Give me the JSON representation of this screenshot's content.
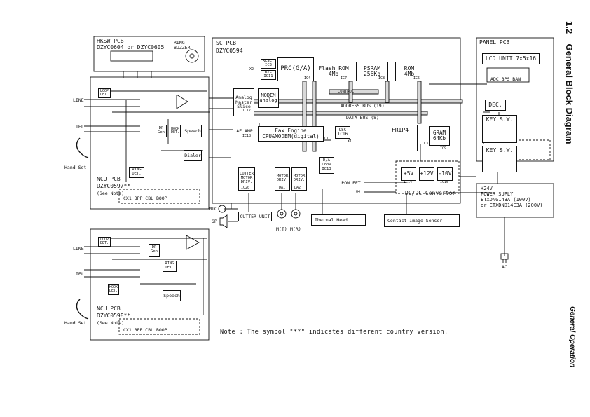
{
  "header": {
    "section_number": "1.2",
    "section_title": "General Block Diagram"
  },
  "footer": {
    "chapter": "General Operation"
  },
  "boards": {
    "hksw": {
      "title": "HKSW PCB",
      "part": "DZYC0604 or DZYC0605",
      "ring_buzzer": "RING\nBUZZER"
    },
    "sc": {
      "title": "SC PCB",
      "part": "DZYC0594"
    },
    "panel": {
      "title": "PANEL PCB"
    },
    "ncu_top": {
      "title": "NCU PCB",
      "part": "DZYC0597**",
      "see_note": "(See Note)"
    },
    "ncu_bottom": {
      "title": "NCU PCB",
      "part": "DZYC0598**",
      "see_note": "(See Note)"
    }
  },
  "blocks": {
    "reset": "RESET\nIC3",
    "rtc": "RTC\nIC11",
    "prc": "PRC(G/A)",
    "flash_rom": "Flash ROM\n4Mb",
    "psram": "PSRAM\n256Kb",
    "rom": "ROM\n4Mb",
    "modem": "MODEM\nanalog",
    "analog_master_slice": "Analog\nMaster\nSlice",
    "af_amp": "AF AMP",
    "fax_engine": "Fax Engine\nCPU&MODEM(digital)",
    "osc": "OSC\nIC16",
    "frip4": "FRIP4",
    "gram": "GRAM\n64Kb",
    "da_conv": "D/A\nConv\nIC13",
    "pow_fet": "POW.FET",
    "cutter_motor": "CUTTER\nMOTOR\nDRIV.",
    "motor_driv_1": "MOTOR\nDRIV.",
    "motor_driv_2": "MOTOR\nDRIV.",
    "plus5v": "+5V",
    "plus12v": "+12V",
    "minus10v": "-10V",
    "dcdc": "DC/DC Convertor",
    "lcd_unit": "LCD UNIT 7x5x16",
    "dec": "DEC.",
    "key_sw_1": "KEY S.W.",
    "key_sw_2": "KEY S.W.",
    "loop_det_top": "LOOP\nDET.",
    "dp_gen_top": "DP\nGen",
    "hook_det_top": "HOOK\nDET.",
    "speech_top": "Speech",
    "dialer": "Dialer",
    "ring_det_top": "RING\nDET.",
    "loop_det_bot": "LOOP\nDET.",
    "dp_gen_bot": "DP\nGen",
    "ring_det_bot": "RING\nDET.",
    "hook_det_bot": "HOOK\nDET.",
    "speech_bot": "Speech",
    "cutter_unit": "CUTTER UNIT",
    "thermal_head": "Thermal Head",
    "contact_image_sensor": "Contact Image Sensor",
    "power_supply": "+24V\nPOWER SUPLY\nETXDN0143A (100V)\nor ETXDN014E3A (200V)"
  },
  "buses": {
    "control": "CONTROL",
    "address": "ADDRESS BUS (19)",
    "data": "DATA BUS (8)"
  },
  "labels": {
    "line": "LINE",
    "tel": "TEL",
    "hand_set": "Hand Set",
    "mic": "MIC",
    "sp": "SP",
    "mt_left": "M(T)",
    "mr_right": "M(R)",
    "ac": "AC",
    "country_codes": "CX1  BPP  CBL  BOOP",
    "panel_leds": "ADC  BPS  BAN",
    "ic4": "IC4",
    "ic7": "IC7",
    "ic8": "IC8",
    "ic5": "IC5",
    "ic17": "IC17",
    "ic18": "IC18",
    "ic1": "IC1",
    "ic3": "IC3",
    "ic9": "IC9",
    "ic20": "IC20",
    "ic14": "IC14",
    "ic15": "IC15",
    "q4": "Q4",
    "da1": "DA1",
    "da2": "DA2",
    "x1": "X1",
    "x2": "X2"
  },
  "note": "Note : The symbol \"**\" indicates different country version."
}
